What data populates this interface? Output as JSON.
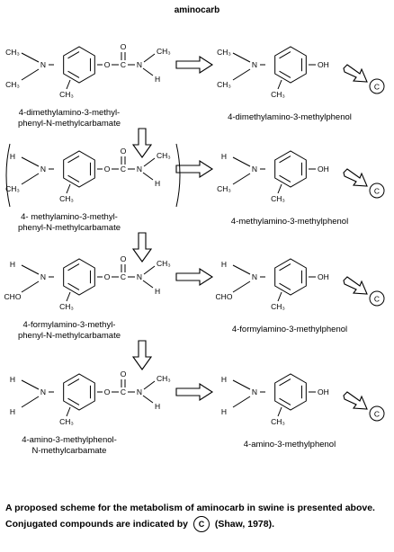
{
  "title": "aminocarb",
  "atoms": {
    "N": "N",
    "C": "C",
    "O": "O",
    "H": "H",
    "OH": "OH",
    "CH3": "CH₃",
    "CHO": "CHO",
    "ester_O": "O",
    "carbonyl_O": "O",
    "ring_CH3": "CH₃",
    "carbamate_C": "C",
    "conjugate_mark": "C"
  },
  "rows": [
    {
      "parent_name": [
        "4-dimethylamino-3-methyl-",
        "phenyl-N-methylcarbamate"
      ],
      "phenol_name": [
        "4-dimethylamino-3-methylphenol"
      ],
      "amine_sub": [
        "CH3",
        "CH3"
      ]
    },
    {
      "parent_name": [
        "4- methylamino-3-methyl-",
        "phenyl-N-methylcarbamate"
      ],
      "phenol_name": [
        "4-methylamino-3-methylphenol"
      ],
      "amine_sub": [
        "H",
        "CH3"
      ]
    },
    {
      "parent_name": [
        "4-formylamino-3-methyl-",
        "phenyl-N-methylcarbamate"
      ],
      "phenol_name": [
        "4-formylamino-3-methylphenol"
      ],
      "amine_sub": [
        "H",
        "CHO"
      ]
    },
    {
      "parent_name": [
        "4-amino-3-methylphenol-",
        "N-methylcarbamate"
      ],
      "phenol_name": [
        "4-amino-3-methylphenol"
      ],
      "amine_sub": [
        "H",
        "H"
      ]
    }
  ],
  "caption": {
    "part1": "A proposed scheme for the metabolism of aminocarb in swine is presented above.  Conjugated compounds are indicated by",
    "mark": "C",
    "part2": "(Shaw, 1978)."
  }
}
